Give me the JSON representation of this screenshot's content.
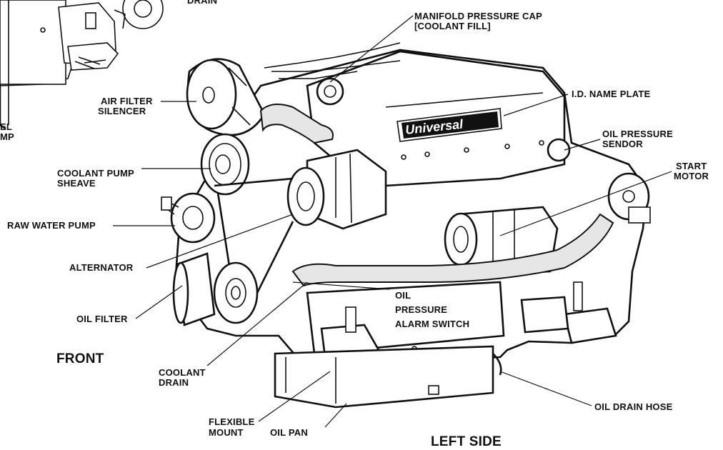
{
  "diagram": {
    "view_labels": {
      "front": "FRONT",
      "left_side": "LEFT SIDE"
    },
    "nameplate_text": "Universal",
    "labels": {
      "drain_top": "DRAIN",
      "fuel_pump_1": "EL",
      "fuel_pump_2": "MP",
      "manifold_cap_1": "MANIFOLD PRESSURE CAP",
      "manifold_cap_2": "[COOLANT FILL]",
      "air_filter_1": "AIR FILTER",
      "air_filter_2": "SILENCER",
      "id_plate": "I.D. NAME PLATE",
      "oil_sendor_1": "OIL PRESSURE",
      "oil_sendor_2": "SENDOR",
      "start_motor_1": "START",
      "start_motor_2": "MOTOR",
      "coolant_sheave_1": "COOLANT PUMP",
      "coolant_sheave_2": "SHEAVE",
      "raw_water_pump": "RAW WATER PUMP",
      "alternator": "ALTERNATOR",
      "oil_filter": "OIL FILTER",
      "oil_switch_1": "OIL",
      "oil_switch_2": "PRESSURE",
      "oil_switch_3": "ALARM SWITCH",
      "coolant_drain_1": "COOLANT",
      "coolant_drain_2": "DRAIN",
      "flexible_mount_1": "FLEXIBLE",
      "flexible_mount_2": "MOUNT",
      "oil_pan": "OIL PAN",
      "oil_drain_hose": "OIL DRAIN HOSE"
    }
  }
}
